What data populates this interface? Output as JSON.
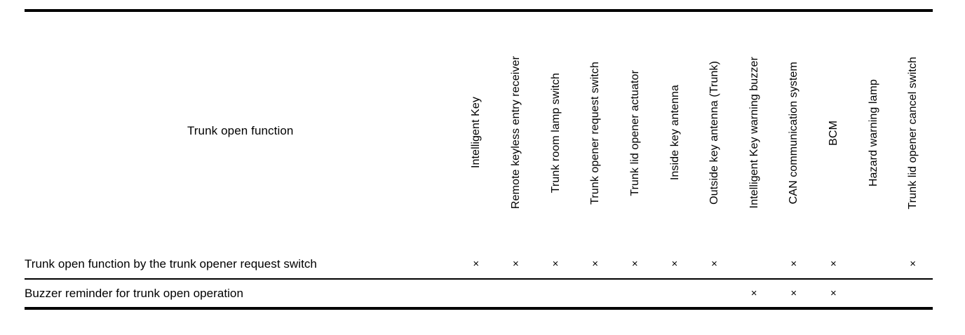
{
  "table": {
    "title": "Trunk open function",
    "mark_symbol": "×",
    "columns": [
      "Intelligent Key",
      "Remote keyless entry receiver",
      "Trunk room lamp switch",
      "Trunk opener request switch",
      "Trunk lid opener actuator",
      "Inside key antenna",
      "Outside key antenna (Trunk)",
      "Intelligent Key warning buzzer",
      "CAN communication system",
      "BCM",
      "Hazard warning lamp",
      "Trunk lid opener cancel switch"
    ],
    "rows": [
      {
        "label": "Trunk open function by the trunk opener request switch",
        "marks": [
          "×",
          "×",
          "×",
          "×",
          "×",
          "×",
          "×",
          "",
          "×",
          "×",
          "",
          "×"
        ]
      },
      {
        "label": "Buzzer reminder for trunk open operation",
        "marks": [
          "",
          "",
          "",
          "",
          "",
          "",
          "",
          "×",
          "×",
          "×",
          "",
          ""
        ]
      }
    ]
  },
  "colors": {
    "ink": "#000000",
    "page": "#ffffff"
  }
}
